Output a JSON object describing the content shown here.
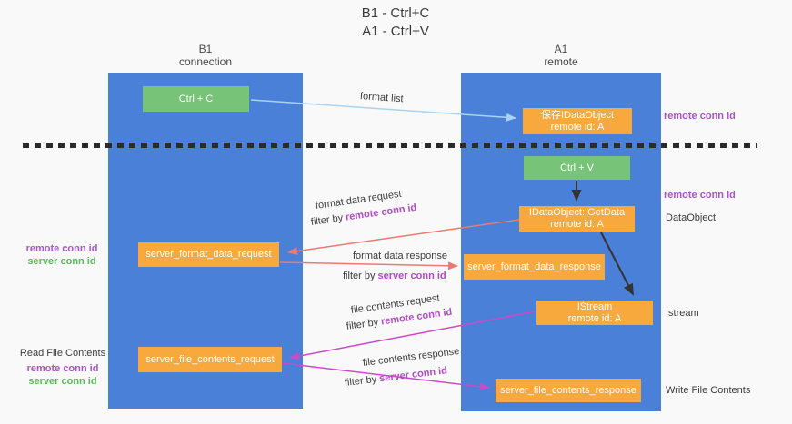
{
  "title": {
    "line1": "B1 - Ctrl+C",
    "line2": "A1 - Ctrl+V"
  },
  "lifelines": {
    "left": {
      "name": "B1",
      "subtitle": "connection"
    },
    "right": {
      "name": "A1",
      "subtitle": "remote"
    }
  },
  "nodes": {
    "ctrl_c": {
      "label": "Ctrl + C"
    },
    "ctrl_v": {
      "label": "Ctrl + V"
    },
    "save_idataobject": {
      "line1": "保存IDataObject",
      "line2": "remote id: A"
    },
    "getdata": {
      "line1": "IDataObject::GetData",
      "line2": "remote id: A"
    },
    "istream": {
      "line1": "IStream",
      "line2": "remote id: A"
    },
    "format_request": {
      "label": "server_format_data_request"
    },
    "format_response": {
      "label": "server_format_data_response"
    },
    "file_request": {
      "label": "server_file_contents_request"
    },
    "file_response": {
      "label": "server_file_contents_response"
    }
  },
  "edge_labels": {
    "format_list": "format list",
    "format_data_request": "format data request",
    "format_data_response": "format data response",
    "file_contents_request": "file contents request",
    "file_contents_response": "file contents response",
    "filter_by": "filter by",
    "remote_conn_id": "remote conn id",
    "server_conn_id": "server conn id"
  },
  "side_labels": {
    "right_remote_conn_id_top": "remote conn id",
    "right_remote_conn_id_mid": "remote conn id",
    "right_dataobject": "DataObject",
    "right_istream": "Istream",
    "right_write_file_contents": "Write File Contents",
    "left_remote_conn_id_mid": "remote conn id",
    "left_server_conn_id_mid": "server conn id",
    "left_read_file_contents": "Read File Contents",
    "left_remote_conn_id_bottom": "remote conn id",
    "left_server_conn_id_bottom": "server conn id"
  },
  "colors": {
    "background": "#f9f9f9",
    "lifeline_blue": "#4a80d8",
    "node_green": "#77c377",
    "node_orange": "#f8a93e",
    "arrow_light_blue": "#a8d4f2",
    "arrow_red": "#e87b72",
    "arrow_magenta": "#cc4ac9",
    "arrow_black": "#333333",
    "label_purple": "#a855c8",
    "label_magenta": "#b14ac4",
    "label_green": "#5cb85c",
    "separator_black": "#2b2b2b"
  }
}
